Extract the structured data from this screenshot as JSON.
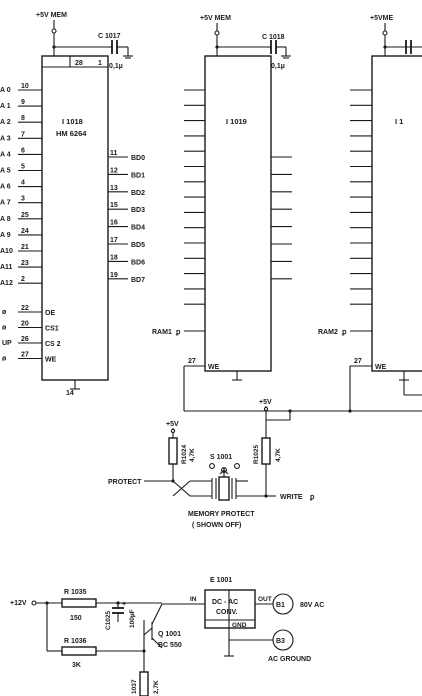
{
  "ic1": {
    "supply": "+5V MEM",
    "cap_ref": "C 1017",
    "cap_val": "0,1µ",
    "pin_top": "28",
    "pin_top2": "1",
    "name": "I 1018",
    "part": "HM 6264",
    "pin_bottom": "14",
    "left_pins": [
      {
        "net": "A 0",
        "pin": "10"
      },
      {
        "net": "A 1",
        "pin": "9"
      },
      {
        "net": "A 2",
        "pin": "8"
      },
      {
        "net": "A 3",
        "pin": "7"
      },
      {
        "net": "A 4",
        "pin": "6"
      },
      {
        "net": "A 5",
        "pin": "5"
      },
      {
        "net": "A 6",
        "pin": "4"
      },
      {
        "net": "A 7",
        "pin": "3"
      },
      {
        "net": "A 8",
        "pin": "25"
      },
      {
        "net": "A 9",
        "pin": "24"
      },
      {
        "net": "A10",
        "pin": "21"
      },
      {
        "net": "A11",
        "pin": "23"
      },
      {
        "net": "A12",
        "pin": "2"
      }
    ],
    "ctrl_pins": [
      {
        "net": "ø",
        "pin": "22",
        "sig": "OE"
      },
      {
        "net": "ø",
        "pin": "20",
        "sig": "CS1"
      },
      {
        "net": "UP",
        "pin": "26",
        "sig": "CS 2"
      },
      {
        "net": "ø",
        "pin": "27",
        "sig": "WE"
      }
    ],
    "data_pins": [
      {
        "pin": "11",
        "net": "BD0"
      },
      {
        "pin": "12",
        "net": "BD1"
      },
      {
        "pin": "13",
        "net": "BD2"
      },
      {
        "pin": "15",
        "net": "BD3"
      },
      {
        "pin": "16",
        "net": "BD4"
      },
      {
        "pin": "17",
        "net": "BD5"
      },
      {
        "pin": "18",
        "net": "BD6"
      },
      {
        "pin": "19",
        "net": "BD7"
      }
    ]
  },
  "ic2": {
    "supply": "+5V MEM",
    "cap_ref": "C 1018",
    "cap_val": "0,1µ",
    "name": "I 1019",
    "ram_label": "RAM1",
    "we_pin": "27",
    "we_sig": "WE"
  },
  "ic3": {
    "supply": "+5VME",
    "name": "I 1",
    "ram_label": "RAM2",
    "we_pin": "27",
    "we_sig": "WE"
  },
  "protect": {
    "r1_ref": "R1024",
    "r1_val": "4,7K",
    "r1_supply": "+5V",
    "r2_ref": "R1025",
    "r2_val": "4,7K",
    "r2_supply": "+5V",
    "switch_ref": "S 1001",
    "protect_label": "PROTECT",
    "write_label": "WRITE",
    "caption_1": "MEMORY PROTECT",
    "caption_2": "( SHOWN OFF)"
  },
  "power": {
    "input": "+12V",
    "r1035_ref": "R 1035",
    "r1035_val": "150",
    "c1025_ref": "C1025",
    "c1025_val": "100µF",
    "c1025_pol": "+",
    "r1036_ref": "R 1036",
    "r1036_val": "3K",
    "q_ref": "Q 1001",
    "q_part": "BC 550",
    "r1037_ref": "1037",
    "r1037_val": "2,7K",
    "conv_ref": "E 1001",
    "conv_line1": "DC - AC",
    "conv_line2": "CONV.",
    "pin_in": "IN",
    "pin_out": "OUT",
    "pin_gnd": "GND",
    "b1": "B1",
    "b1_label": "80V AC",
    "b3": "B3",
    "b3_label": "AC GROUND"
  }
}
